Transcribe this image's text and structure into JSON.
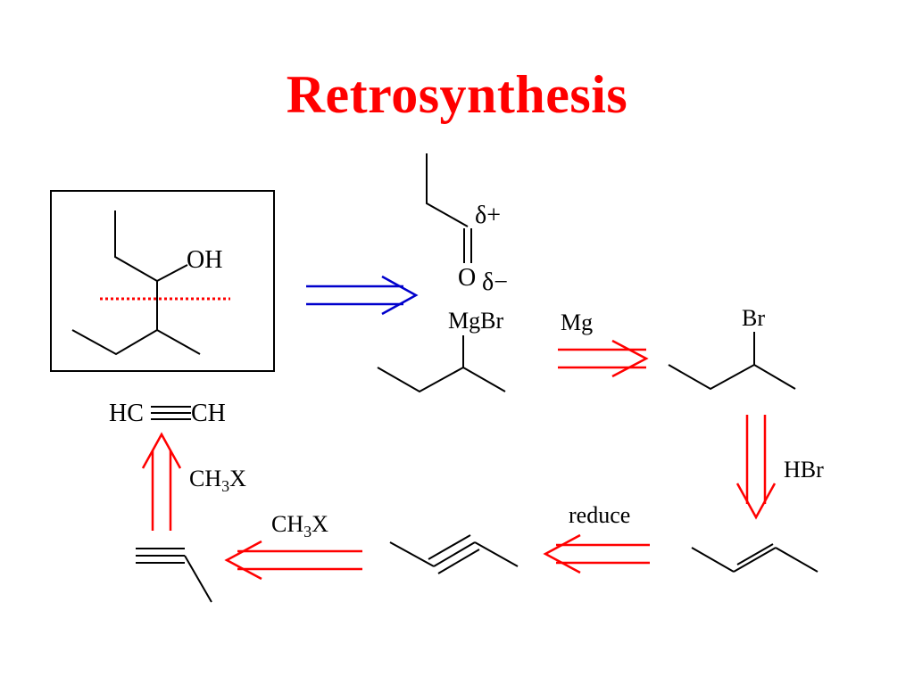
{
  "title": "Retrosynthesis",
  "colors": {
    "title": "#ff0000",
    "retro_arrow": "#0000cc",
    "forward_arrow": "#ff0000",
    "disconnection": "#ff0000",
    "bond": "#000000"
  },
  "labels": {
    "target_oh": "OH",
    "delta_plus": "δ+",
    "oxygen": "O",
    "delta_minus": "δ−",
    "grignard": "MgBr",
    "mg": "Mg",
    "br": "Br",
    "hbr": "HBr",
    "reduce": "reduce",
    "methylation_1": {
      "main": "CH",
      "sub": "3",
      "end": "X"
    },
    "methylation_2": {
      "main": "CH",
      "sub": "3",
      "end": "X"
    },
    "acetylene_left": "HC",
    "acetylene_right": "CH"
  }
}
